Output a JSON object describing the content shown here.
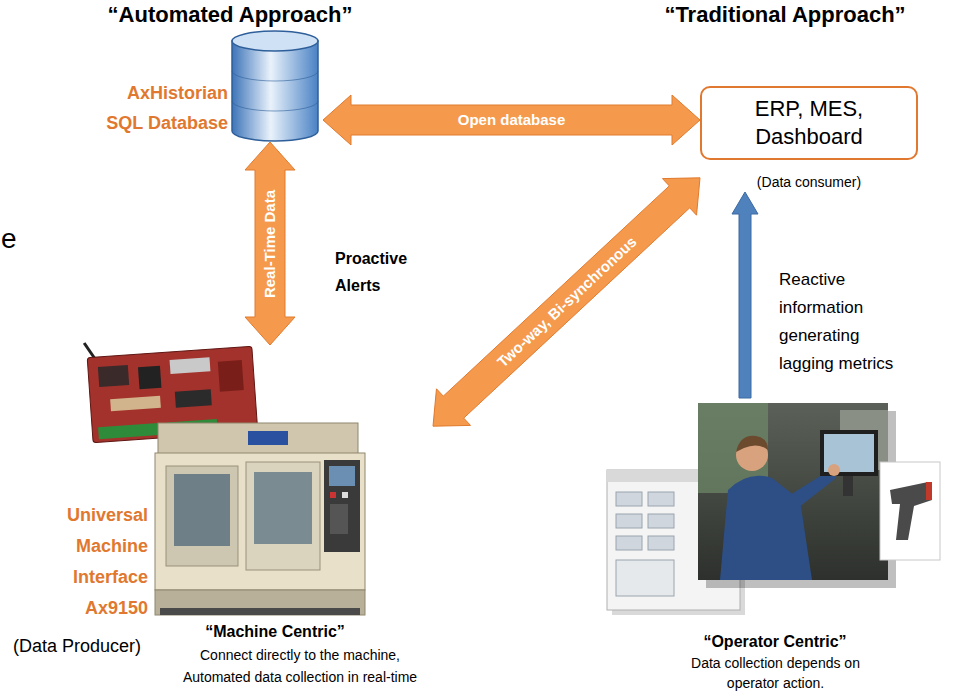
{
  "diagram": {
    "nodes": [
      {
        "text": [
          "AxHistorian SQL Database"
        ]
      },
      {
        "text": [
          "ERP, MES, Dashboard",
          "(Data consumer)"
        ]
      },
      {
        "text": [
          "Universal Machine Interface Ax9150",
          "(Data Producer)",
          "“Machine Centric”",
          "Connect directly to the machine, Automated data collection in real-time"
        ]
      },
      {
        "text": [
          "“Operator Centric”",
          "Data collection depends on operator action."
        ]
      }
    ],
    "edges": [
      {
        "from": 0,
        "to": 1,
        "arrow": "both",
        "label": "Open database"
      },
      {
        "from": 0,
        "to": 2,
        "arrow": "both",
        "label": "Real-Time Data"
      },
      {
        "from": 1,
        "to": 2,
        "arrow": "both",
        "label": "Two-way, Bi-synchronous"
      },
      {
        "from": 3,
        "to": 1,
        "arrow": "to"
      }
    ],
    "labels": [
      "“Automated Approach”",
      "“Traditional Approach”",
      "e",
      "Proactive Alerts",
      "Reactive information generating lagging metrics"
    ]
  }
}
